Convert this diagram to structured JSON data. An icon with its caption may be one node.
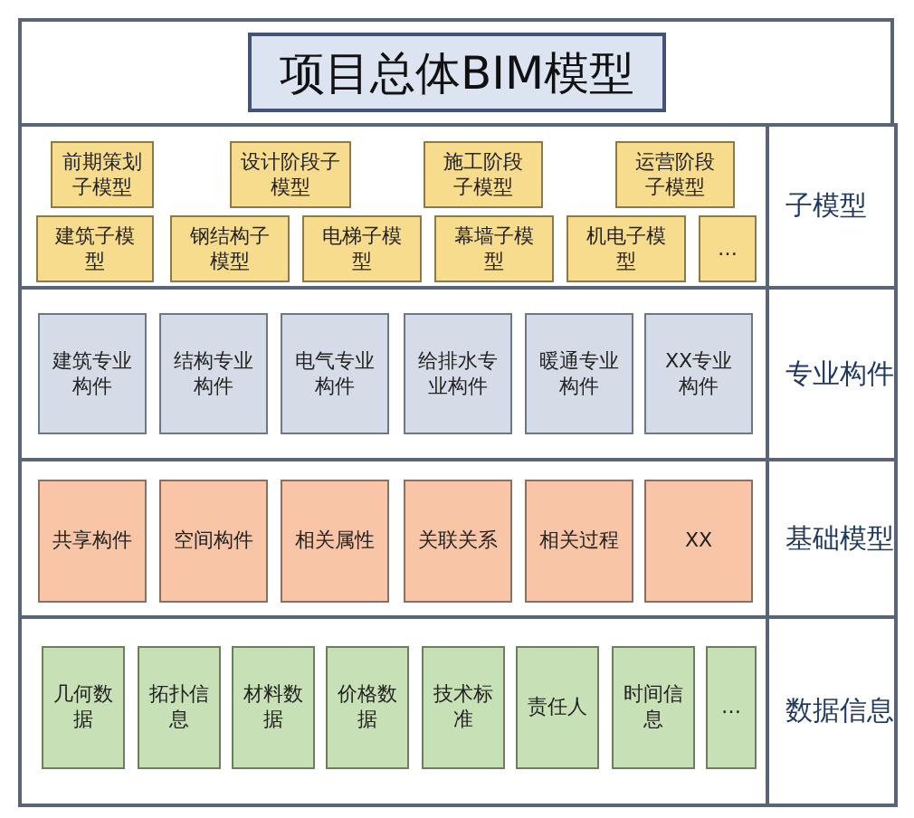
{
  "diagram": {
    "nodes": [
      {
        "text": [
          "项目总体BIM模型"
        ]
      },
      {
        "text": [
          "子模型"
        ]
      },
      {
        "text": [
          "前期策划子模型"
        ],
        "in": 1
      },
      {
        "text": [
          "设计阶段子模型"
        ],
        "in": 1
      },
      {
        "text": [
          "施工阶段子模型"
        ],
        "in": 1
      },
      {
        "text": [
          "运营阶段子模型"
        ],
        "in": 1
      },
      {
        "text": [
          "建筑子模型"
        ],
        "in": 1
      },
      {
        "text": [
          "钢结构子模型"
        ],
        "in": 1
      },
      {
        "text": [
          "电梯子模型"
        ],
        "in": 1
      },
      {
        "text": [
          "幕墙子模型"
        ],
        "in": 1
      },
      {
        "text": [
          "机电子模型"
        ],
        "in": 1
      },
      {
        "text": [
          "…"
        ],
        "in": 1
      },
      {
        "text": [
          "专业构件"
        ]
      },
      {
        "text": [
          "建筑专业构件"
        ],
        "in": 12
      },
      {
        "text": [
          "结构专业构件"
        ],
        "in": 12
      },
      {
        "text": [
          "电气专业构件"
        ],
        "in": 12
      },
      {
        "text": [
          "给排水专业构件"
        ],
        "in": 12
      },
      {
        "text": [
          "暖通专业构件"
        ],
        "in": 12
      },
      {
        "text": [
          "XX专业构件"
        ],
        "in": 12
      },
      {
        "text": [
          "基础模型"
        ]
      },
      {
        "text": [
          "共享构件"
        ],
        "in": 19
      },
      {
        "text": [
          "空间构件"
        ],
        "in": 19
      },
      {
        "text": [
          "相关属性"
        ],
        "in": 19
      },
      {
        "text": [
          "关联关系"
        ],
        "in": 19
      },
      {
        "text": [
          "相关过程"
        ],
        "in": 19
      },
      {
        "text": [
          "XX"
        ],
        "in": 19
      },
      {
        "text": [
          "数据信息"
        ]
      },
      {
        "text": [
          "几何数据"
        ],
        "in": 26
      },
      {
        "text": [
          "拓扑信息"
        ],
        "in": 26
      },
      {
        "text": [
          "材料数据"
        ],
        "in": 26
      },
      {
        "text": [
          "价格数据"
        ],
        "in": 26
      },
      {
        "text": [
          "技术标准"
        ],
        "in": 26
      },
      {
        "text": [
          "责任人"
        ],
        "in": 26
      },
      {
        "text": [
          "时间信息"
        ],
        "in": 26
      },
      {
        "text": [
          "…"
        ],
        "in": 26
      }
    ],
    "edges": []
  }
}
